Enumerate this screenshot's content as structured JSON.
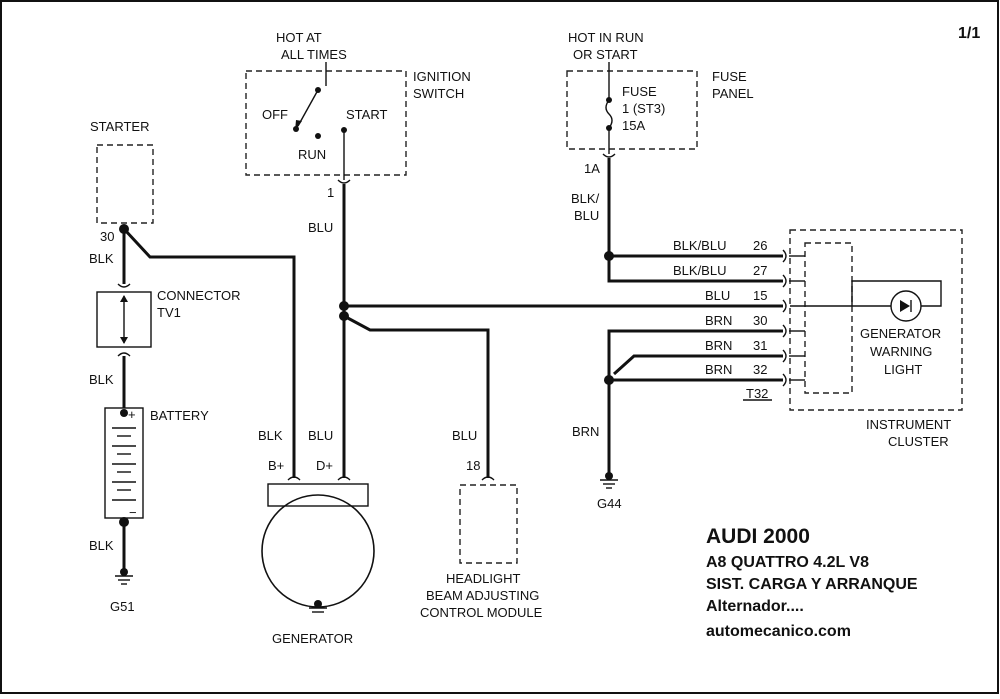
{
  "page_num": "1/1",
  "title_block": {
    "make_year": "AUDI  2000",
    "model": "A8 QUATTRO  4.2L  V8",
    "system": "SIST. CARGA Y ARRANQUE",
    "component": "Alternador....",
    "site": "automecanico.com"
  },
  "ignition": {
    "hot_line1": "HOT AT",
    "hot_line2": "ALL TIMES",
    "name_line1": "IGNITION",
    "name_line2": "SWITCH",
    "off": "OFF",
    "start": "START",
    "run": "RUN",
    "pin": "1"
  },
  "fuse_panel": {
    "hot_line1": "HOT IN RUN",
    "hot_line2": "OR START",
    "name_line1": "FUSE",
    "name_line2": "PANEL",
    "fuse_line1": "FUSE",
    "fuse_line2": "1 (ST3)",
    "fuse_line3": "15A",
    "pin": "1A",
    "wire_color_line1": "BLK/",
    "wire_color_line2": "BLU"
  },
  "starter": {
    "name": "STARTER",
    "pin": "30",
    "wire": "BLK"
  },
  "connector": {
    "name_line1": "CONNECTOR",
    "name_line2": "TV1",
    "wire_below": "BLK"
  },
  "battery": {
    "name": "BATTERY",
    "plus": "+",
    "minus": "−",
    "wire_below": "BLK",
    "ground": "G51"
  },
  "generator": {
    "name": "GENERATOR",
    "term_b": "B+",
    "term_d": "D+",
    "wire_b": "BLK",
    "wire_d": "BLU"
  },
  "ignition_wire": "BLU",
  "headlight_module": {
    "wire": "BLU",
    "pin": "18",
    "name_line1": "HEADLIGHT",
    "name_line2": "BEAM ADJUSTING",
    "name_line3": "CONTROL MODULE"
  },
  "cluster": {
    "name_line1": "INSTRUMENT",
    "name_line2": "CLUSTER",
    "light_line1": "GENERATOR",
    "light_line2": "WARNING",
    "light_line3": "LIGHT",
    "connector": "T32",
    "wires": [
      {
        "color": "BLK/BLU",
        "pin": "26"
      },
      {
        "color": "BLK/BLU",
        "pin": "27"
      },
      {
        "color": "BLU",
        "pin": "15"
      },
      {
        "color": "BRN",
        "pin": "30"
      },
      {
        "color": "BRN",
        "pin": "31"
      },
      {
        "color": "BRN",
        "pin": "32"
      }
    ]
  },
  "ground_g44": {
    "wire": "BRN",
    "name": "G44"
  }
}
